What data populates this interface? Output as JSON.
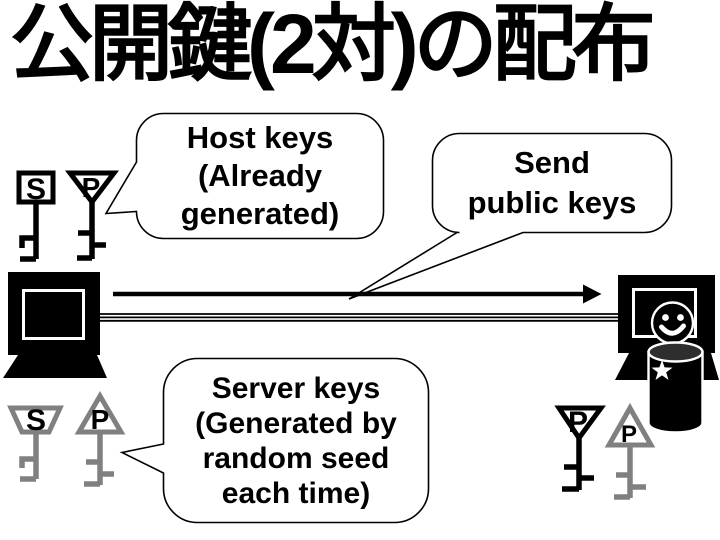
{
  "title": "公開鍵(2対)の配布",
  "bubbles": {
    "host_keys": "Host keys\n(Already\ngenerated)",
    "send_public_keys": "Send\npublic keys",
    "server_keys": "Server keys\n(Generated by\nrandom seed\neach time)"
  },
  "keys": {
    "host_secret": "S",
    "host_public": "P",
    "server_secret": "S",
    "server_public": "P",
    "received_host_public": "P",
    "received_server_public": "P"
  },
  "icons": {
    "server-computer-icon": "black desktop monitor with keyboard wedge",
    "client-computer-icon": "black desktop monitor with keyboard wedge",
    "user-icon": "smiley-face head on black cylinder body with white star",
    "host-secret-key-icon": "key with square head labeled S (black)",
    "host-public-key-icon": "key with inverted-triangle head labeled P (black)",
    "server-secret-key-icon": "key with trapezoid head labeled S (gray)",
    "server-public-key-icon": "key with triangle head labeled P (gray)",
    "send-arrow-icon": "thick right-pointing arrow",
    "network-link-line": "triple horizontal line between computers"
  },
  "colors": {
    "ink": "#000000",
    "server_key_gray": "#808080",
    "bubble_fill": "#ffffff",
    "cylinder_top": "#2e2e2e"
  }
}
